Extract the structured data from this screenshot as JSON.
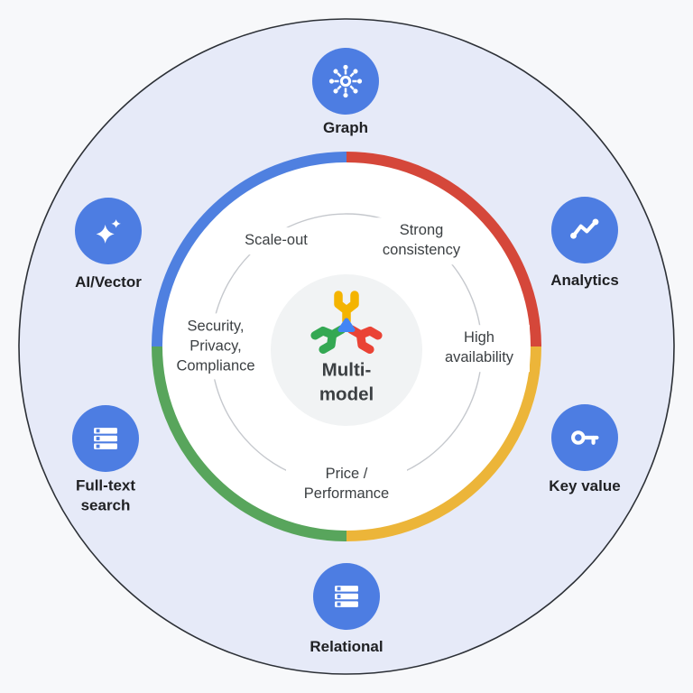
{
  "diagram": {
    "center": {
      "title": "Multi-model"
    },
    "features": [
      "Scale-out",
      "Strong consistency",
      "High availability",
      "Price / Performance",
      "Security, Privacy, Compliance"
    ],
    "nodes": [
      {
        "label": "Graph",
        "icon": "graph-network-icon"
      },
      {
        "label": "AI/Vector",
        "icon": "sparkles-icon"
      },
      {
        "label": "Analytics",
        "icon": "line-chart-icon"
      },
      {
        "label": "Full-text search",
        "icon": "table-rows-icon"
      },
      {
        "label": "Key value",
        "icon": "key-icon"
      },
      {
        "label": "Relational",
        "icon": "table-rows-icon"
      }
    ],
    "colors": {
      "background": "#f7f8fa",
      "outer_circle_fill": "#e6eaf8",
      "outer_circle_stroke": "#2c3036",
      "ring_blue": "#4f80e0",
      "ring_red": "#d5473a",
      "ring_yellow": "#ecb539",
      "ring_green": "#58a55c",
      "node_icon_bg": "#4d7de2",
      "center_circle_fill": "#f1f3f4",
      "logo_blue": "#4285f4",
      "logo_red": "#ea4335",
      "logo_yellow": "#f4b400",
      "logo_green": "#34a853"
    }
  }
}
